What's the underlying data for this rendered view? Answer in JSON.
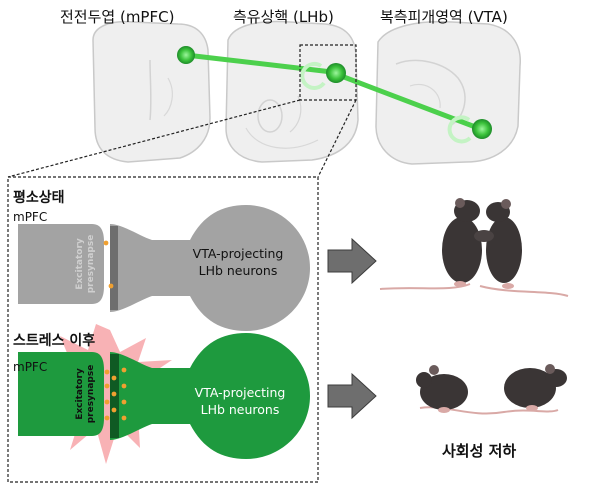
{
  "regions": {
    "mpfc": "전전두엽 (mPFC)",
    "lhb": "측유상핵 (LHb)",
    "vta": "복측피개영역 (VTA)"
  },
  "normal": {
    "title": "평소상태",
    "input_label": "mPFC",
    "synapse_label": "Excitatory\npresynapse",
    "neuron_label": "VTA-projecting\nLHb neurons"
  },
  "stress": {
    "title": "스트레스 이후",
    "input_label": "mPFC",
    "synapse_label": "Excitatory\npresynapse",
    "neuron_label": "VTA-projecting\nLHb neurons"
  },
  "outcome": "사회성 저하",
  "colors": {
    "normal_neuron": "#a3a3a3",
    "stress_neuron": "#1e9a3e",
    "pathway": "#4cd04c",
    "burst": "#f7a5a8",
    "vesicle": "#f0a030",
    "arrow": "#6e6e6e",
    "mouse": "#3a3535"
  }
}
